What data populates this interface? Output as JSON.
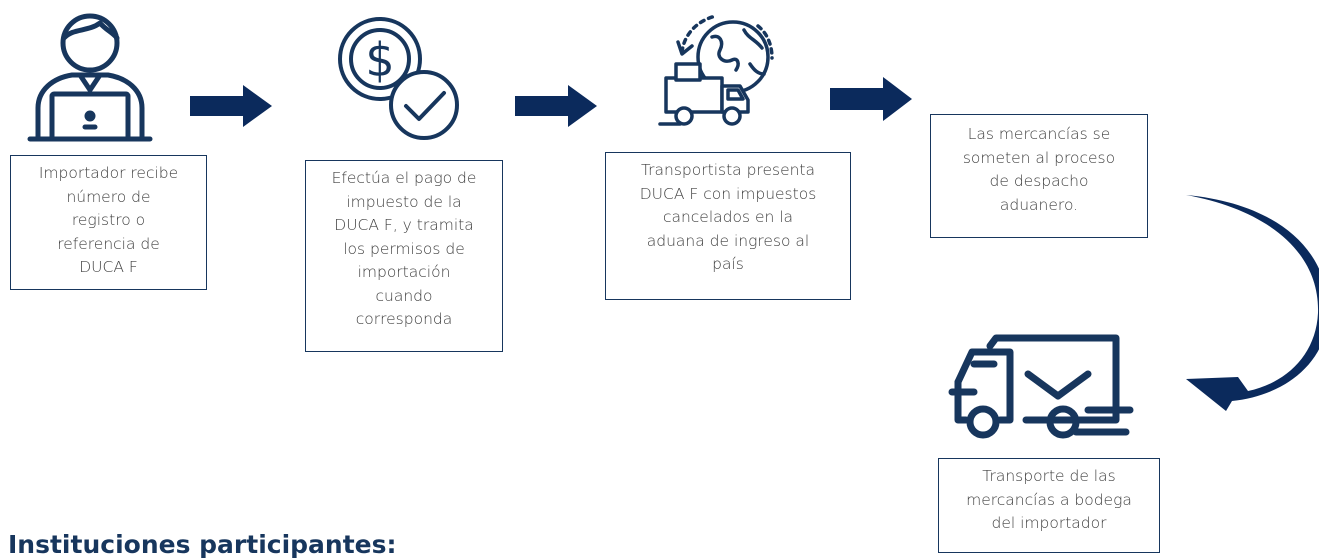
{
  "steps": [
    {
      "text": "Importador recibe\nnúmero de\nregistro o\nreferencia de\nDUCA F",
      "icon": "importer-laptop-icon"
    },
    {
      "text": "Efectúa el pago de\nimpuesto de la\nDUCA F, y tramita\nlos permisos de\nimportación\ncuando\ncorresponda",
      "icon": "dollar-check-icon"
    },
    {
      "text": "Transportista presenta\nDUCA F con impuestos\ncancelados en la\naduana de ingreso al\npaís",
      "icon": "global-delivery-truck-icon"
    },
    {
      "text": "Las mercancías se\nsometen al proceso\nde despacho\naduanero.",
      "icon": "none"
    },
    {
      "text": "Transporte de las\nmercancías a bodega\ndel importador",
      "icon": "delivery-truck-icon"
    }
  ],
  "footer": {
    "title": "Instituciones participantes:"
  },
  "colors": {
    "navy": "#0b2a5c",
    "box_border": "#17365d",
    "icon_stroke": "#17365d",
    "title": "#17365d"
  }
}
